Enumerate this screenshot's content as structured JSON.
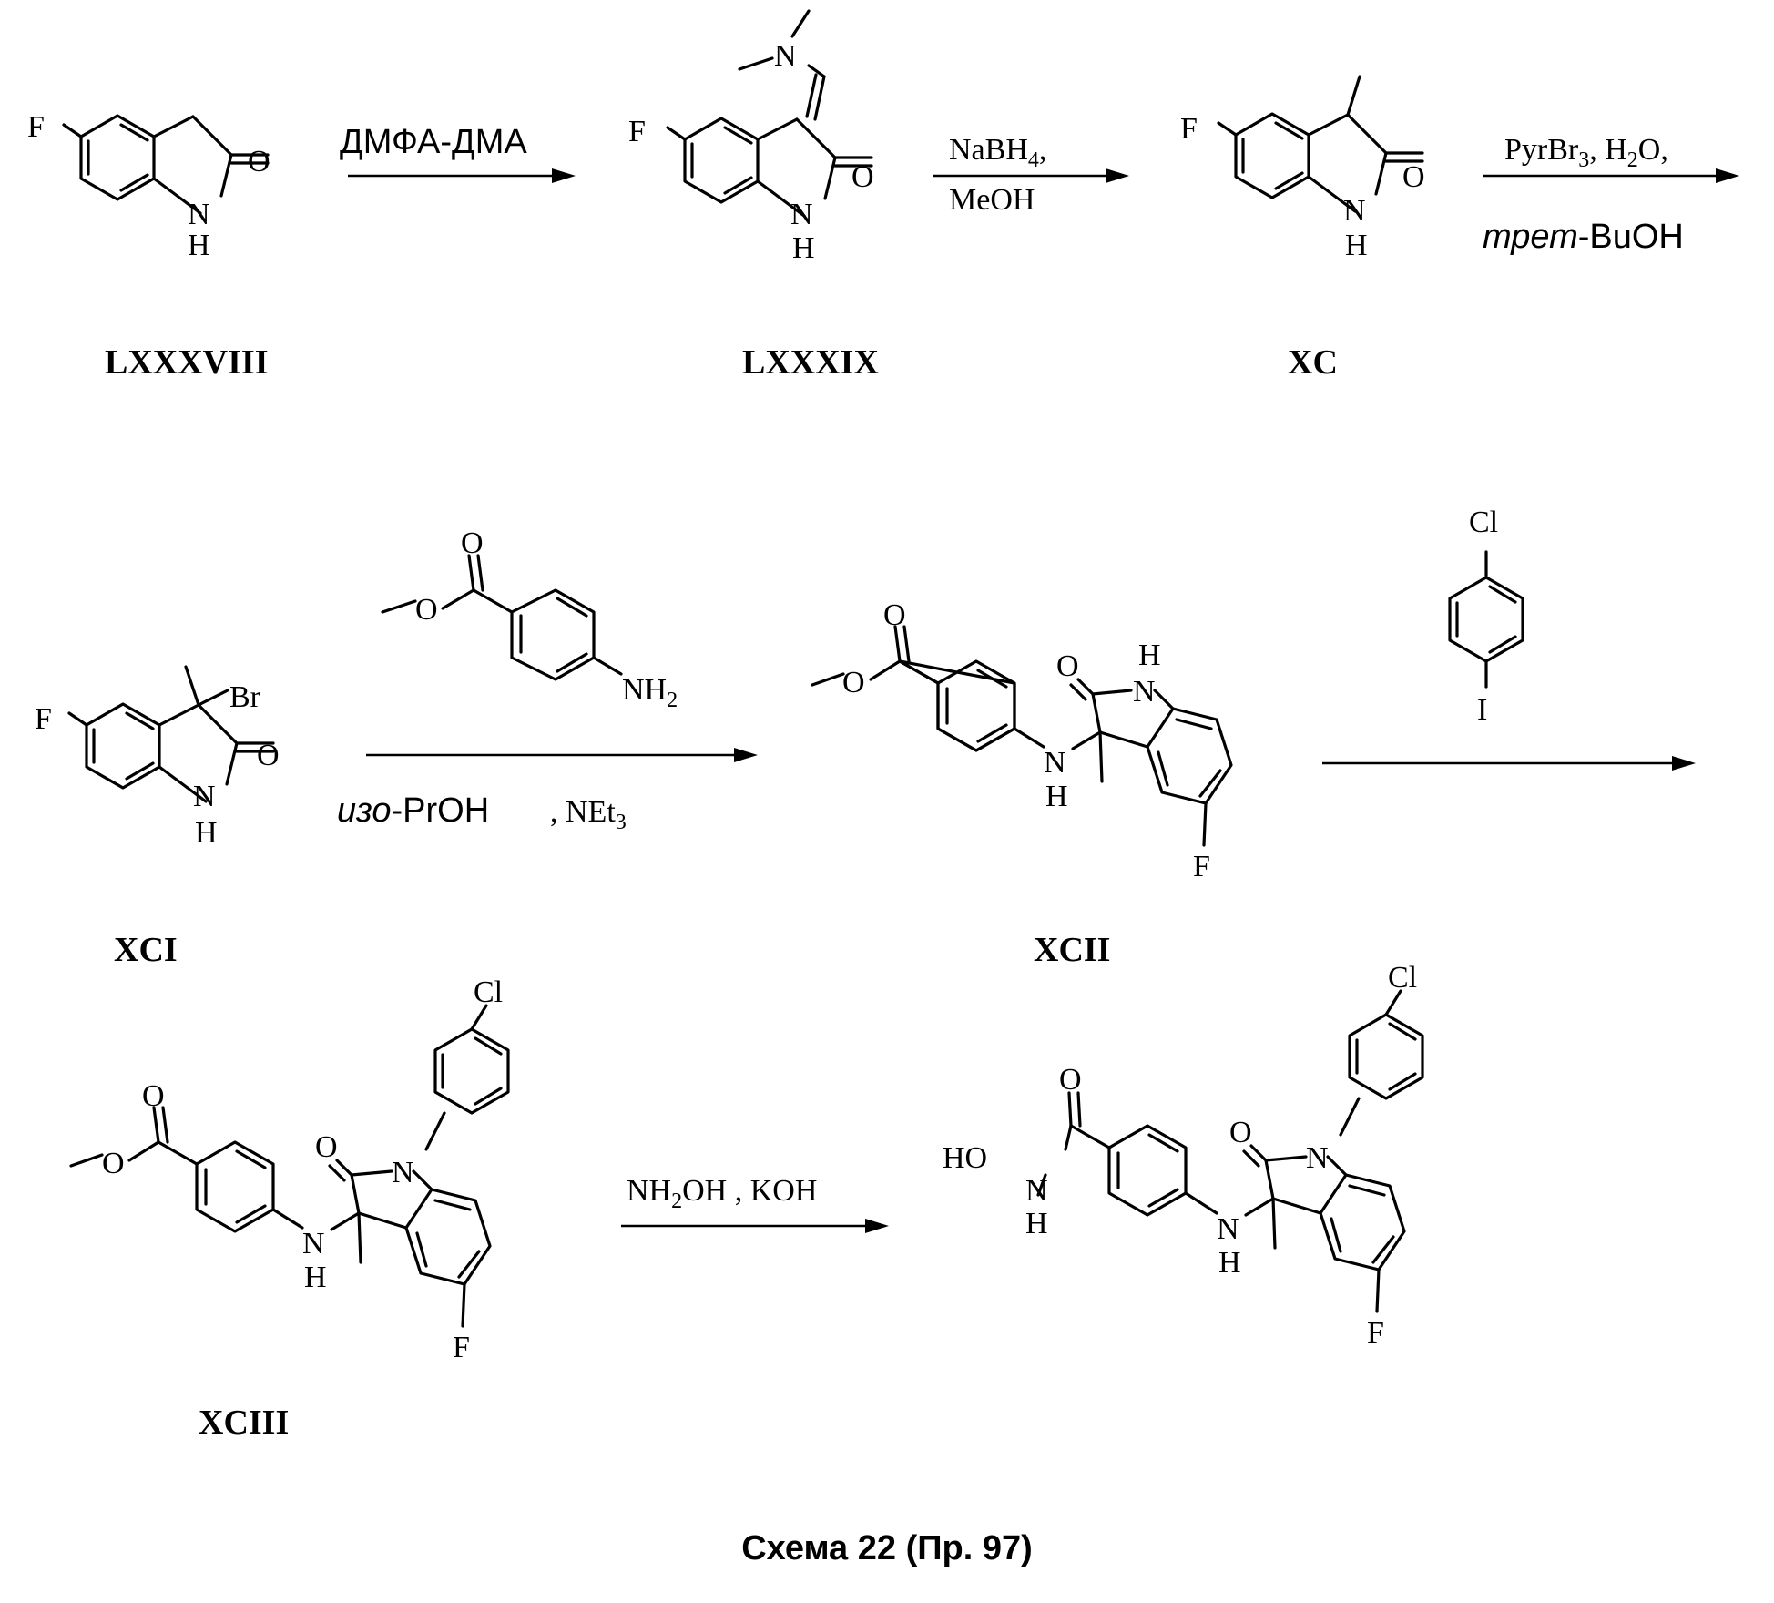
{
  "compounds": {
    "c1": "LXXXVIII",
    "c2": "LXXXIX",
    "c3": "XC",
    "c4": "XCI",
    "c5": "XCII",
    "c6": "XCIII"
  },
  "atoms": {
    "F": "F",
    "O": "O",
    "N": "N",
    "H": "H",
    "Br": "Br",
    "Cl": "Cl",
    "I": "I",
    "NH": "NH",
    "NH2_main": "NH",
    "NH2_sub": "2",
    "HO": "HO"
  },
  "reagents": {
    "step1": "ДМФА-ДМА",
    "step2_top_main": "NaBH",
    "step2_top_sub": "4",
    "step2_top_tail": ",",
    "step2_bottom": "MeOH",
    "step3_top_a": "PyrBr",
    "step3_top_a_sub": "3",
    "step3_top_b": ", H",
    "step3_top_b_sub": "2",
    "step3_top_c": "O,",
    "step3_bottom_italic": "трет",
    "step3_bottom_rest": "-BuOH",
    "step4_bottom_italic": "изо",
    "step4_bottom_rest": "-PrOH",
    "step4_bottom_b": ", NEt",
    "step4_bottom_b_sub": "3",
    "step6_a": "NH",
    "step6_a_sub": "2",
    "step6_b": "OH , KOH"
  },
  "caption": "Схема 22 (Пр. 97)"
}
